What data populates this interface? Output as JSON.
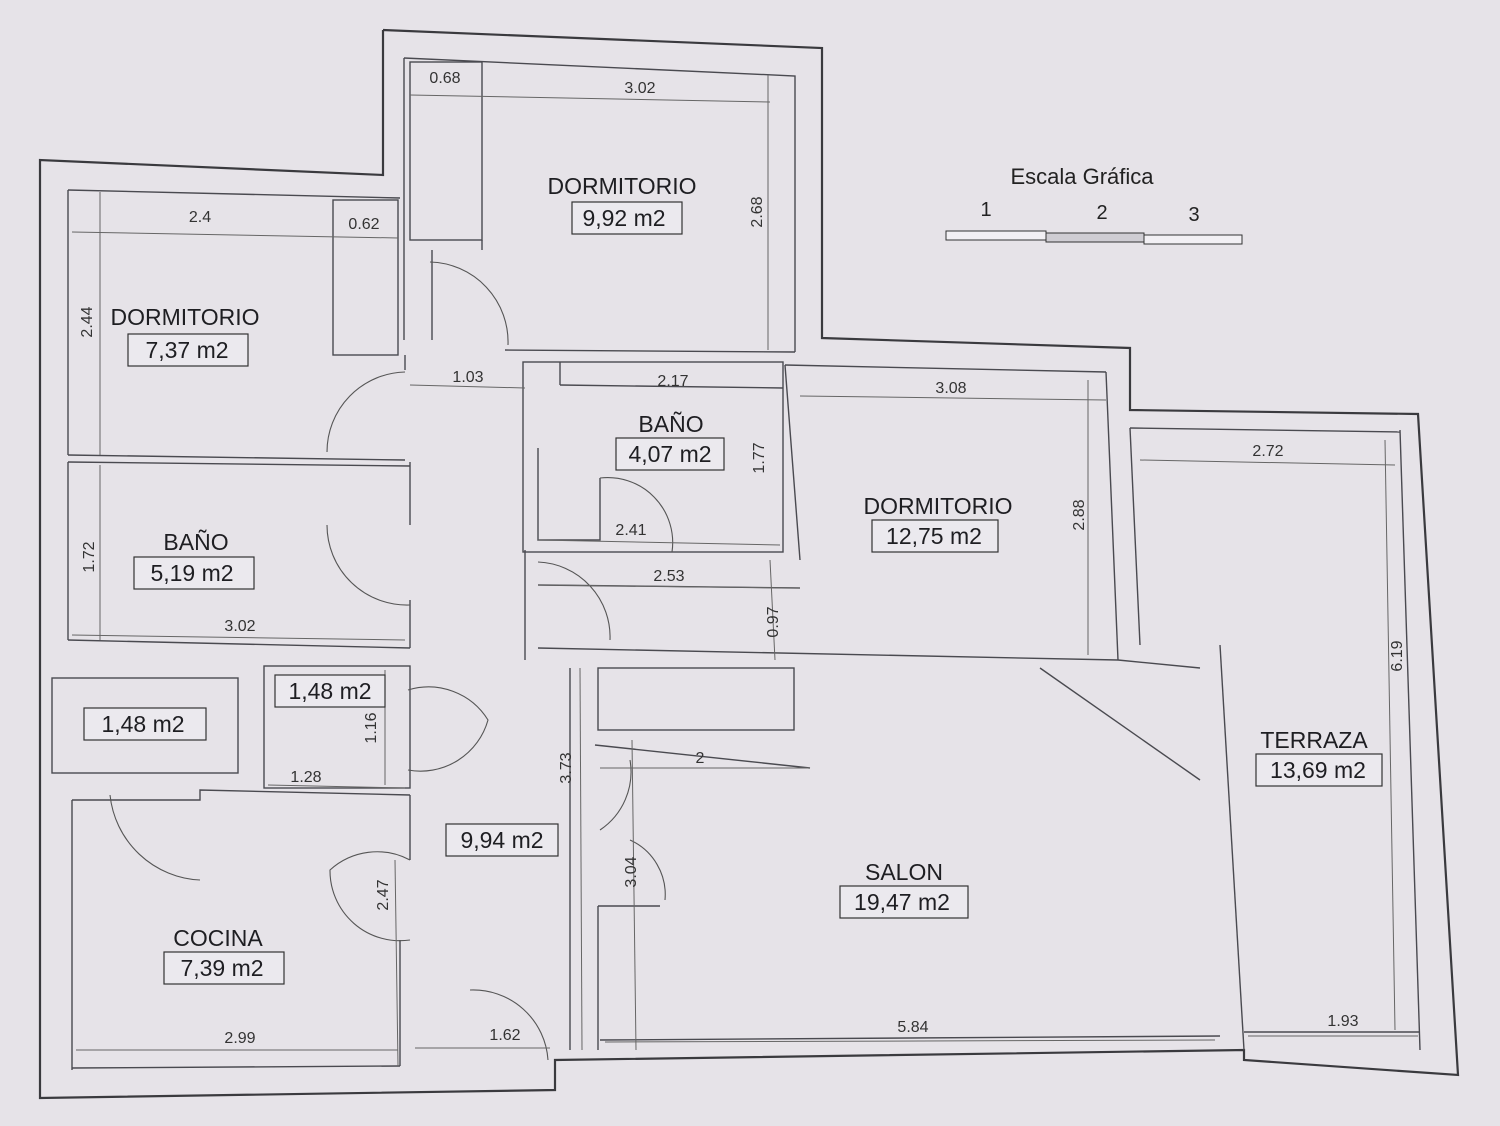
{
  "rooms": {
    "dorm_top": {
      "name": "DORMITORIO",
      "area": "9,92 m2"
    },
    "dorm_left": {
      "name": "DORMITORIO",
      "area": "7,37 m2"
    },
    "bano_center": {
      "name": "BAÑO",
      "area": "4,07 m2"
    },
    "dorm_mid": {
      "name": "DORMITORIO",
      "area": "12,75 m2"
    },
    "bano_left": {
      "name": "BAÑO",
      "area": "5,19 m2"
    },
    "closet_a": {
      "area": "1,48 m2"
    },
    "closet_b": {
      "area": "1,48 m2"
    },
    "hall": {
      "area": "9,94 m2"
    },
    "cocina": {
      "name": "COCINA",
      "area": "7,39 m2"
    },
    "salon": {
      "name": "SALON",
      "area": "19,47 m2"
    },
    "terraza": {
      "name": "TERRAZA",
      "area": "13,69 m2"
    }
  },
  "dimensions": {
    "d068": "0.68",
    "d302_top": "3.02",
    "d268": "2.68",
    "d24": "2.4",
    "d062": "0.62",
    "d244": "2.44",
    "d103": "1.03",
    "d217": "2.17",
    "d177": "1.77",
    "d308": "3.08",
    "d272": "2.72",
    "d288": "2.88",
    "d241": "2.41",
    "d253": "2.53",
    "d172": "1.72",
    "d302_bano": "3.02",
    "d097": "0.97",
    "d619": "6.19",
    "d116": "1.16",
    "d128": "1.28",
    "d373": "3.73",
    "d2": "2",
    "d304": "3.04",
    "d247": "2.47",
    "d299": "2.99",
    "d162": "1.62",
    "d584": "5.84",
    "d193": "1.93"
  },
  "scale": {
    "title": "Escala Gráfica",
    "marks": [
      "1",
      "2",
      "3"
    ]
  }
}
